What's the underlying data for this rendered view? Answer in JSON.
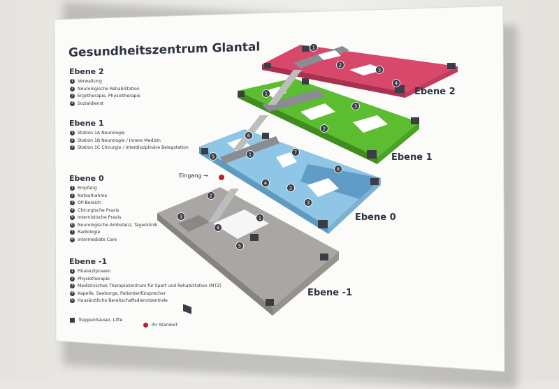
{
  "title": "Gesundheitszentrum Glantal",
  "levels": [
    {
      "heading": "Ebene 2",
      "items": [
        {
          "n": "1",
          "t": "Verwaltung"
        },
        {
          "n": "2",
          "t": "Neurologische Rehabilitation"
        },
        {
          "n": "3",
          "t": "Ergotherapie, Physiotherapie"
        },
        {
          "n": "4",
          "t": "Sozialdienst"
        }
      ]
    },
    {
      "heading": "Ebene 1",
      "items": [
        {
          "n": "1",
          "t": "Station 1A  Neurologie"
        },
        {
          "n": "2",
          "t": "Station 1B  Neurologie / Innere Medizin"
        },
        {
          "n": "3",
          "t": "Station 1C  Chirurgie / Interdisziplinäre Belegstation"
        }
      ]
    },
    {
      "heading": "Ebene 0",
      "items": [
        {
          "n": "1",
          "t": "Empfang"
        },
        {
          "n": "2",
          "t": "Notaufnahme"
        },
        {
          "n": "3",
          "t": "OP-Bereich"
        },
        {
          "n": "4",
          "t": "Chirurgische Praxis"
        },
        {
          "n": "5",
          "t": "Internistische Praxis"
        },
        {
          "n": "6",
          "t": "Neurologische Ambulanz, Tagesklinik"
        },
        {
          "n": "7",
          "t": "Radiologie"
        },
        {
          "n": "8",
          "t": "Intermediate Care"
        }
      ]
    },
    {
      "heading": "Ebene -1",
      "items": [
        {
          "n": "1",
          "t": "Filialarztpraxen"
        },
        {
          "n": "2",
          "t": "Physiotherapie"
        },
        {
          "n": "3",
          "t": "Medizinisches Therapiezentrum für Sport und Rehabilitation (MTZ)"
        },
        {
          "n": "4",
          "t": "Kapelle, Seelsorge, Patientenfürsprecher"
        },
        {
          "n": "5",
          "t": "Hausärztliche Bereitschaftsdienstzentrale"
        }
      ]
    }
  ],
  "legend": {
    "stairs": "Treppenhäuser, Lifte",
    "location": "Ihr Standort"
  },
  "floor_labels": {
    "e2": "Ebene 2",
    "e1": "Ebene 1",
    "e0": "Ebene 0",
    "em1": "Ebene -1"
  },
  "entrance_label": "Eingang →",
  "map_numbers": {
    "e2": [
      "1",
      "2",
      "3",
      "4"
    ],
    "e1": [
      "1",
      "2",
      "3"
    ],
    "e0": [
      "1",
      "2",
      "3",
      "4",
      "5",
      "6",
      "7",
      "8"
    ],
    "em1": [
      "1",
      "2",
      "3",
      "4",
      "5"
    ]
  },
  "colors": {
    "ebene2": "#d8486b",
    "ebene1": "#5bbd2f",
    "ebene0": "#8fc6e6",
    "ebene_minus1": "#a9a6a4",
    "stairs": "#3a3d46",
    "location": "#b3232d"
  }
}
